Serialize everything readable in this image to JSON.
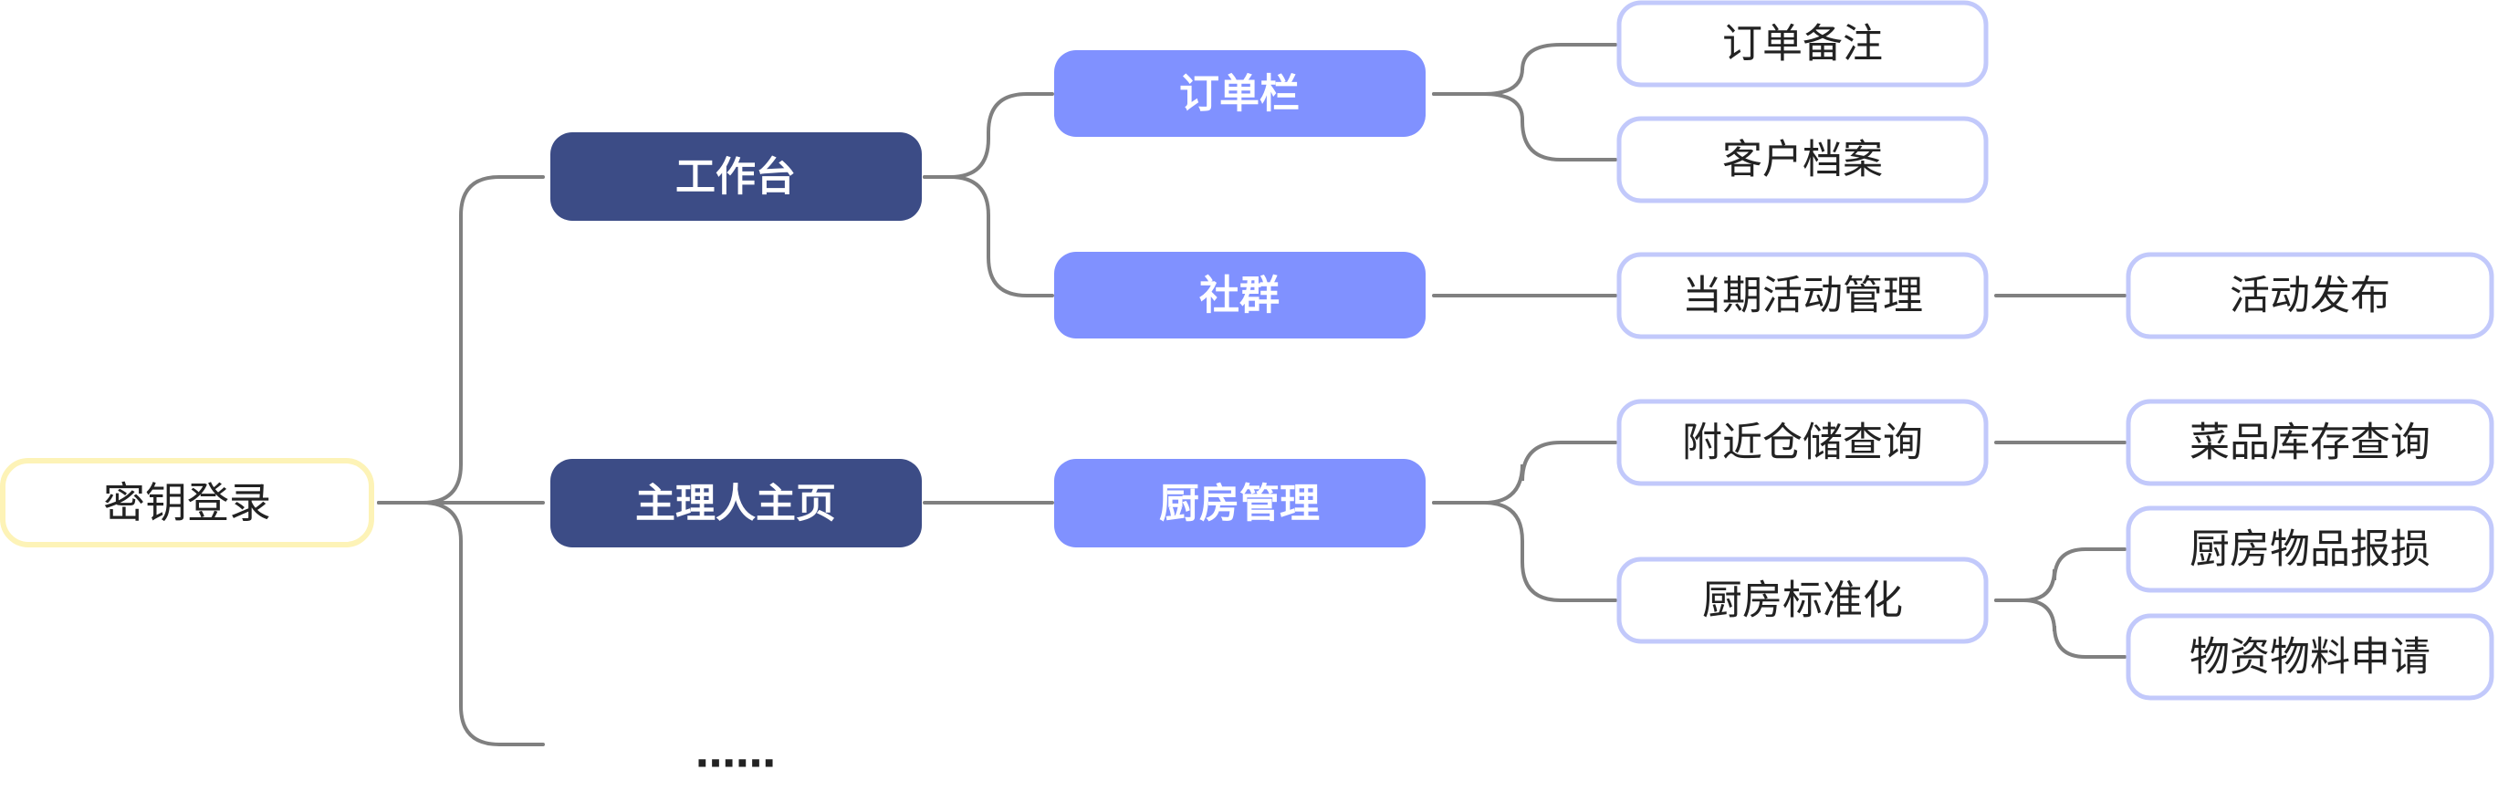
{
  "colors": {
    "connector": "#808080",
    "root_fill": "#ffffff",
    "root_border": "#fdf3b7",
    "level1_fill": "#3c4c86",
    "level2_fill": "#8091ff",
    "leaf_fill": "#ffffff",
    "leaf_border": "#c2c9fb"
  },
  "nodes": {
    "root": "密钥登录",
    "workbench": "工作台",
    "owner_home": "主理人主页",
    "more": "……",
    "order_bar": "订单栏",
    "community": "社群",
    "kitchen_mgmt": "厨房管理",
    "order_note": "订单备注",
    "customer_file": "客户档案",
    "current_activity_mgmt": "当期活动管理",
    "activity_publish": "活动发布",
    "nearby_storage_query": "附近仓储查询",
    "dish_inventory_query": "菜品库存查询",
    "kitchen_standardization": "厨房标准化",
    "kitchen_item_damage": "厨房物品报损",
    "supplies_request": "物资物料申请"
  }
}
